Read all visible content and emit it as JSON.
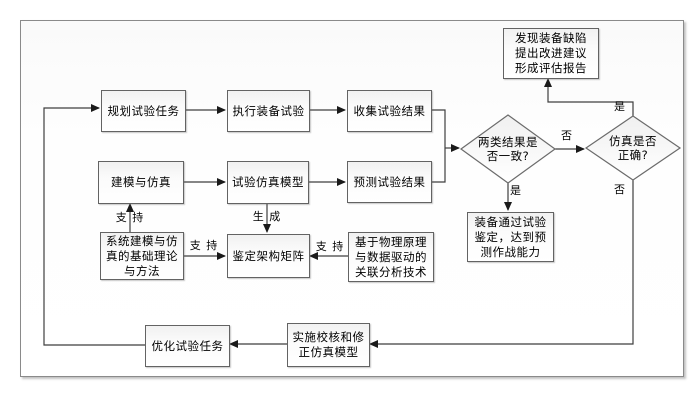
{
  "diagram": {
    "background": "#ffffff",
    "frame_border": "#8a8a8a",
    "line_color": "#3f3f3f",
    "arrow_color": "#1a1a1a",
    "node_border": "#636363",
    "node_fill_top": "#f1f1f1",
    "node_fill_bottom": "#ffffff",
    "text_color": "#000000"
  },
  "nodes": {
    "plan": {
      "label": "规划试验任务"
    },
    "execute": {
      "label": "执行装备试验"
    },
    "collect": {
      "label": "收集试验结果"
    },
    "modeling": {
      "label": "建模与仿真"
    },
    "sim_model": {
      "label": "试验仿真模型"
    },
    "predict": {
      "label": "预测试验结果"
    },
    "theory": {
      "label": "系统建模与仿\n真的基础理论\n与方法"
    },
    "matrix": {
      "label": "鉴定架构矩阵"
    },
    "physics": {
      "label": "基于物理原理\n与数据驱动的\n关联分析技术"
    },
    "report": {
      "label": "发现装备缺陷\n提出改进建议\n形成评估报告"
    },
    "pass": {
      "label": "装备通过试验\n鉴定，达到预\n测作战能力"
    },
    "optimize": {
      "label": "优化试验任务"
    },
    "calibrate": {
      "label": "实施校核和修\n正仿真模型"
    },
    "decision_consistent": {
      "label": "两类结果是\n否一致?"
    },
    "decision_sim_correct": {
      "label": "仿真是否\n正确?"
    }
  },
  "edge_labels": {
    "support_modeling": "支 持",
    "generate": "生 成",
    "support_matrix_left": "支 持",
    "support_matrix_right": "支 持",
    "no_between_decisions": "否",
    "yes_below_decision1": "是",
    "yes_above_decision2": "是",
    "no_below_decision2": "否"
  }
}
